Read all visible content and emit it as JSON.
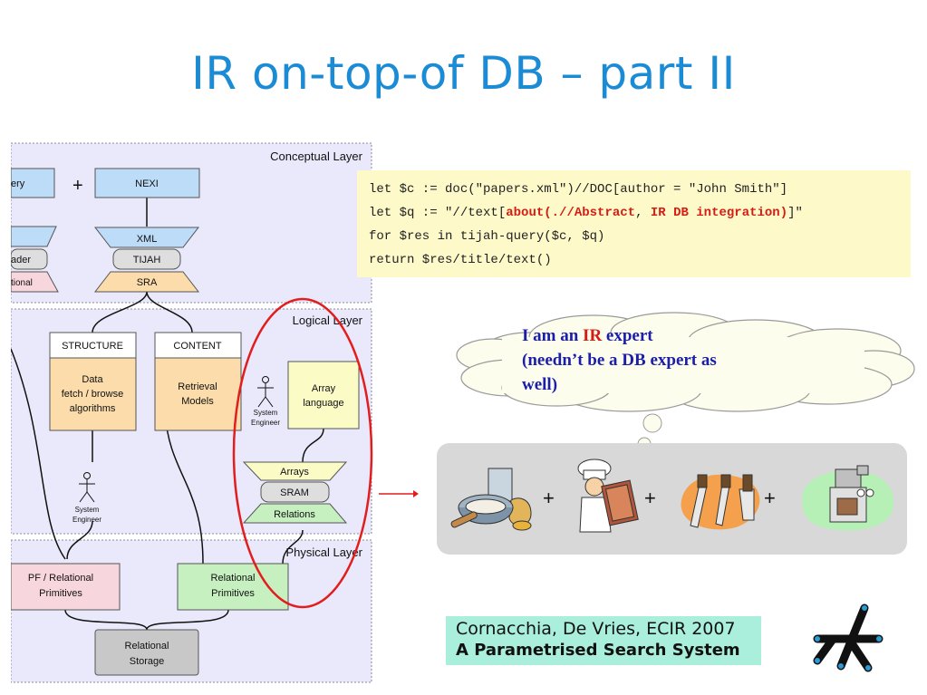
{
  "slide": {
    "title": "IR on-top-of DB – part II"
  },
  "diagram": {
    "conceptual_layer_label": "Conceptual Layer",
    "logical_layer_label": "Logical Layer",
    "physical_layer_label": "Physical Layer",
    "query_box_partial": "ery",
    "plus": "+",
    "nexi_box": "NEXI",
    "left_stack_partial": [
      "",
      "ader",
      "tional"
    ],
    "tijah_stack": [
      "XML",
      "TIJAH",
      "SRA"
    ],
    "structure_box": {
      "header": "STRUCTURE",
      "body": [
        "Data",
        "fetch / browse",
        "algorithms"
      ]
    },
    "content_box": {
      "header": "CONTENT",
      "body": [
        "Retrieval",
        "Models"
      ]
    },
    "array_language_box": [
      "Array",
      "language"
    ],
    "system_engineer_label": [
      "System",
      "Engineer"
    ],
    "sram_stack": [
      "Arrays",
      "SRAM",
      "Relations"
    ],
    "pf_relational_box": [
      "PF / Relational",
      "Primitives"
    ],
    "relational_primitives_box": [
      "Relational",
      "Primitives"
    ],
    "relational_storage_box": [
      "Relational",
      "Storage"
    ]
  },
  "code": {
    "line1": "let $c := doc(\"papers.xml\")//DOC[author = \"John Smith\"]",
    "line2_prefix": "let $q := \"//text[",
    "line2_kw1": "about(.//Abstract",
    "line2_mid": ", ",
    "line2_kw2": "IR DB integration)",
    "line2_suffix": "]\"",
    "line3": "for $res in tijah-query($c, $q)",
    "line4": "return $res/title/text()"
  },
  "thought": {
    "line1_prefix": "I am an ",
    "line1_ir": "IR",
    "line1_suffix": " expert",
    "line2": "(needn’t be a DB expert as",
    "line3": "well)"
  },
  "cooking": {
    "plus": "+",
    "items": [
      "mixing-bowl-icon",
      "chef-icon",
      "knives-icon",
      "stove-icon"
    ]
  },
  "citation": {
    "authors": "Cornacchia, De Vries, ECIR 2007",
    "paper_title": "A Parametrised Search System"
  },
  "colors": {
    "title": "#1a8bd4",
    "layer_bg": "#e9e9fb",
    "blue_box": "#bcdcf8",
    "orange_box": "#fbdcaa",
    "yellow_box": "#fbfbc6",
    "green_box": "#c6f0c0",
    "pink_box": "#f8d6de",
    "gray_box": "#c8c8c8",
    "highlight_oval": "#e21d1d",
    "code_bg": "#fdf9c9",
    "thought_text": "#1b1ea8",
    "citation_bg": "#a9efdc"
  }
}
